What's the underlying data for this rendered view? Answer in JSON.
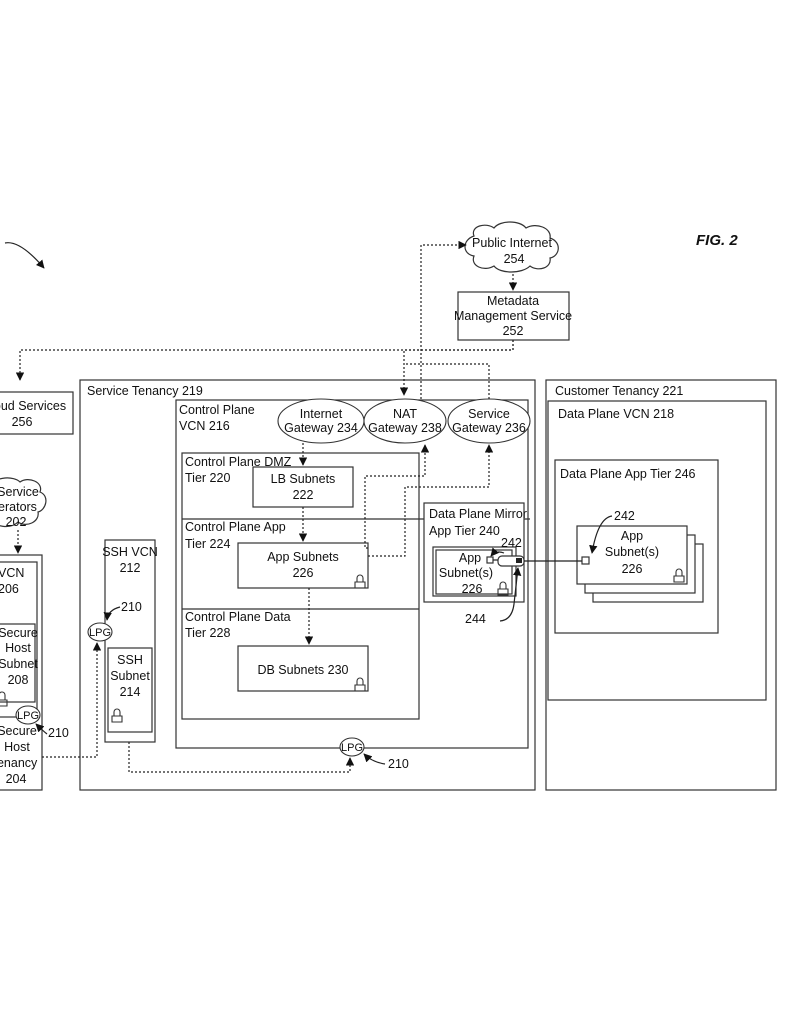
{
  "figure": {
    "label": "FIG. 2"
  },
  "external": {
    "public_internet": {
      "line1": "Public Internet",
      "line2": "254"
    },
    "metadata_service": {
      "line1": "Metadata",
      "line2": "Management Service",
      "line3": "252"
    },
    "cloud_services": {
      "line1": "oud Services",
      "line2": "256"
    },
    "service_operators": {
      "line1": "Service",
      "line2": "perators",
      "line3": "202"
    }
  },
  "secure_host_tenancy": {
    "vcn_line1": "VCN",
    "vcn_line2": "206",
    "subnet": {
      "line1": "Secure",
      "line2": "Host",
      "line3": "Subnet",
      "line4": "208"
    },
    "label": {
      "line1": "Secure",
      "line2": "Host",
      "line3": "Tenancy",
      "line4": "204"
    },
    "lpg": "LPG",
    "lpg_ref": "210"
  },
  "service_tenancy": {
    "title": "Service Tenancy 219",
    "ssh_vcn": {
      "line1": "SSH VCN",
      "line2": "212",
      "lpg": "LPG",
      "lpg_ref": "210",
      "subnet": {
        "line1": "SSH",
        "line2": "Subnet",
        "line3": "214"
      }
    },
    "control_plane_vcn": {
      "line1": "Control Plane",
      "line2": "VCN 216",
      "gateways": [
        {
          "line1": "Internet",
          "line2": "Gateway 234"
        },
        {
          "line1": "NAT",
          "line2": "Gateway 238"
        },
        {
          "line1": "Service",
          "line2": "Gateway 236"
        }
      ],
      "tiers": [
        {
          "line1": "Control Plane DMZ",
          "line2": "Tier 220",
          "box_line1": "LB Subnets",
          "box_line2": "222"
        },
        {
          "line1": "Control Plane App",
          "line2": "Tier 224",
          "box_line1": "App Subnets",
          "box_line2": "226"
        },
        {
          "line1": "Control Plane Data",
          "line2": "Tier 228",
          "box_line1": "DB Subnets 230",
          "box_line2": ""
        }
      ],
      "lpg": "LPG",
      "lpg_ref": "210"
    },
    "mirror_tier": {
      "line1": "Data Plane Mirror",
      "line2": "App Tier 240",
      "subnet": {
        "line1": "App",
        "line2": "Subnet(s)",
        "line3": "226"
      },
      "ref_242": "242",
      "ref_244": "244"
    }
  },
  "customer_tenancy": {
    "title": "Customer Tenancy 221",
    "vcn": "Data Plane VCN 218",
    "app_tier": "Data Plane App Tier 246",
    "subnet": {
      "line1": "App",
      "line2": "Subnet(s)",
      "line3": "226"
    },
    "ref_242": "242"
  }
}
